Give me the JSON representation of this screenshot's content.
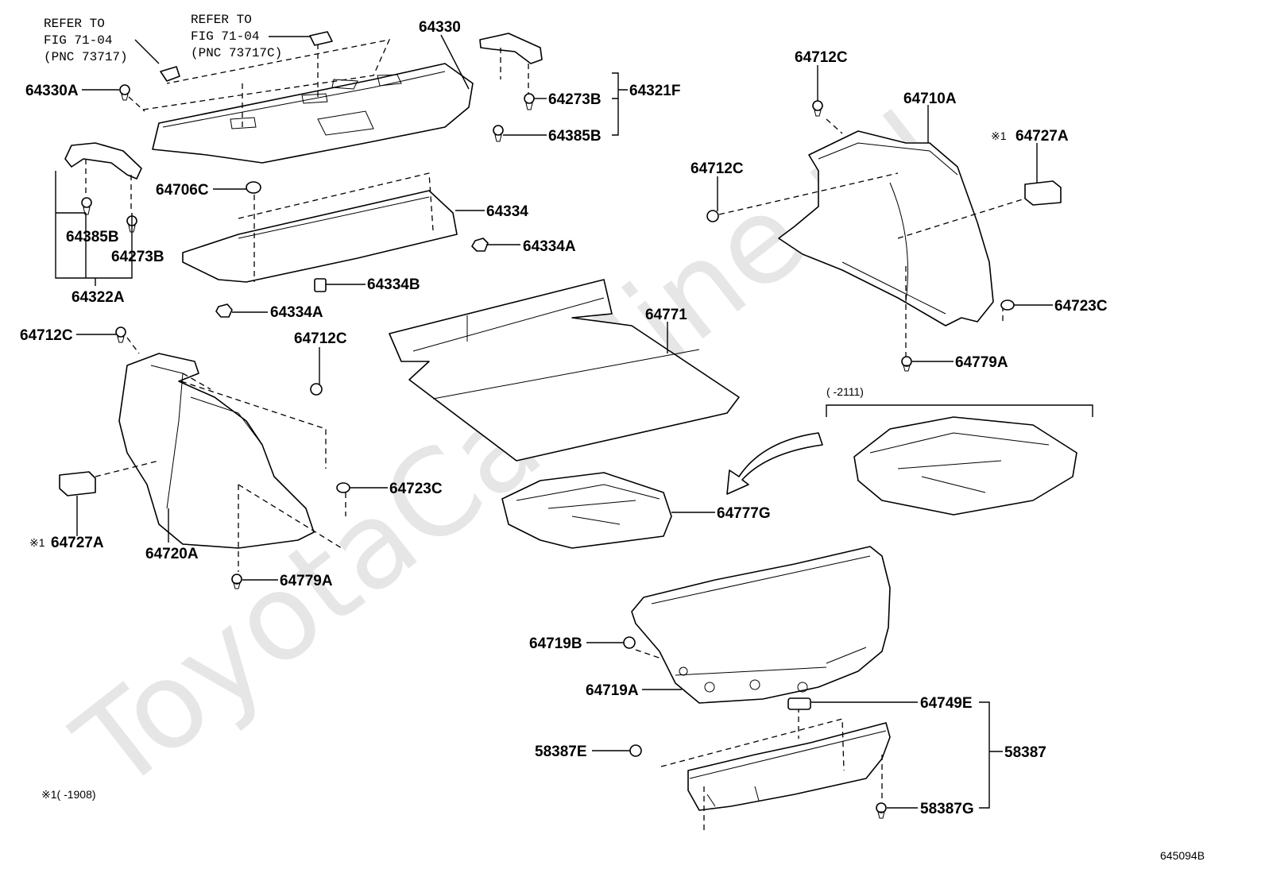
{
  "watermark": "ToyotaCarMine.ru",
  "diagram_id": "645094B",
  "references": {
    "ref1": [
      "REFER TO",
      "FIG 71-04",
      "(PNC 73717)"
    ],
    "ref2": [
      "REFER TO",
      "FIG 71-04",
      "(PNC 73717C)"
    ]
  },
  "notes": {
    "footnote": "※1(     -1908)",
    "range_2111": "(     -2111)",
    "mark": "※1"
  },
  "labels": {
    "l64330": "64330",
    "l64330A": "64330A",
    "l64321F": "64321F",
    "l64273B_top": "64273B",
    "l64385B_top": "64385B",
    "l64712C_tr": "64712C",
    "l64710A": "64710A",
    "l64727A_r": "64727A",
    "l64712C_r": "64712C",
    "l64385B_left": "64385B",
    "l64273B_left": "64273B",
    "l64322A": "64322A",
    "l64706C": "64706C",
    "l64334": "64334",
    "l64334A_r": "64334A",
    "l64334B": "64334B",
    "l64334A_l": "64334A",
    "l64723C_r": "64723C",
    "l64779A_r": "64779A",
    "l64712C_l": "64712C",
    "l64712C_c": "64712C",
    "l64771": "64771",
    "l64723C_l": "64723C",
    "l64777G": "64777G",
    "l64727A_l": "64727A",
    "l64720A": "64720A",
    "l64779A_l": "64779A",
    "l64719B": "64719B",
    "l64719A": "64719A",
    "l64749E": "64749E",
    "l58387E": "58387E",
    "l58387": "58387",
    "l58387G": "58387G"
  }
}
